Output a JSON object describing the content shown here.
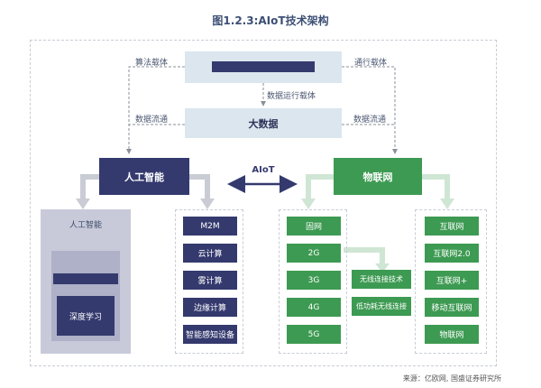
{
  "title": "图1.2.3:AIoT技术架构",
  "top_box": {
    "bar_label": ""
  },
  "labels": {
    "algo_carrier": "算法载体",
    "comm_carrier": "通行载体",
    "data_run_carrier": "数据运行载体",
    "data_flow_left": "数据流通",
    "data_flow_right": "数据流通"
  },
  "big_data": "大数据",
  "ai": "人工智能",
  "iot": "物联网",
  "aiot": "AIoT",
  "ai_panel": {
    "title": "人工智能",
    "inner_label": "深度学习"
  },
  "ai_stack": [
    "M2M",
    "云计算",
    "雾计算",
    "边缘计算",
    "智能感知设备"
  ],
  "network_stack": [
    "固网",
    "2G",
    "3G",
    "4G",
    "5G"
  ],
  "wireless": [
    "无线连接技术",
    "低功耗无线连接"
  ],
  "internet_stack": [
    "互联网",
    "互联网2.0",
    "互联网+",
    "移动互联网",
    "物联网"
  ],
  "source": "来源：亿欧网, 国盛证券研究所",
  "colors": {
    "navy": "#343a6e",
    "green": "#3d9a52",
    "cloud": "#dbe6ef",
    "arrow_gray": "#c9ccd4",
    "arrow_green": "#cfe6d4"
  }
}
